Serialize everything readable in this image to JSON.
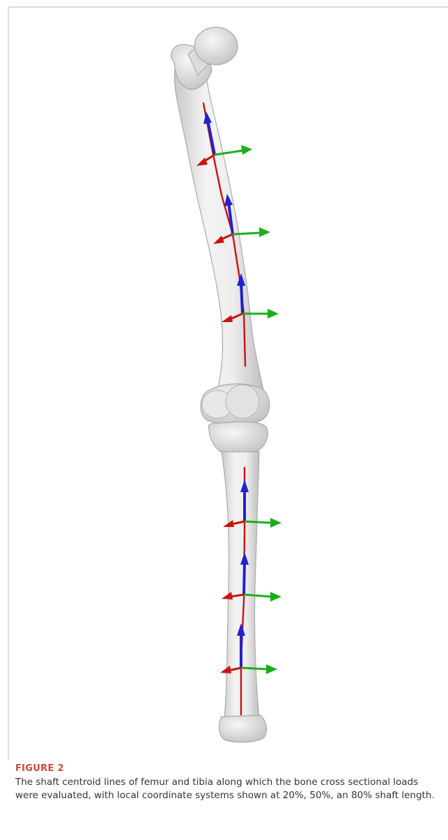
{
  "figure": {
    "label": "FIGURE 2",
    "caption": "The shaft centroid lines of femur and tibia along which the bone cross sectional loads were evaluated, with local coordinate systems shown at 20%, 50%, an 80% shaft length."
  },
  "colors": {
    "frame_line": "#bbbbbb",
    "label": "#d0473a",
    "caption_text": "#333333",
    "bone_fill": "#e6e6e6",
    "bone_edge": "#a9a9a9",
    "centroid_line": "#cc1010",
    "axis_z": "#2222cc",
    "axis_y": "#1aaf1a",
    "axis_x": "#cc1111"
  },
  "icons": [
    "femur-model",
    "tibia-model",
    "coordinate-system-triad"
  ]
}
